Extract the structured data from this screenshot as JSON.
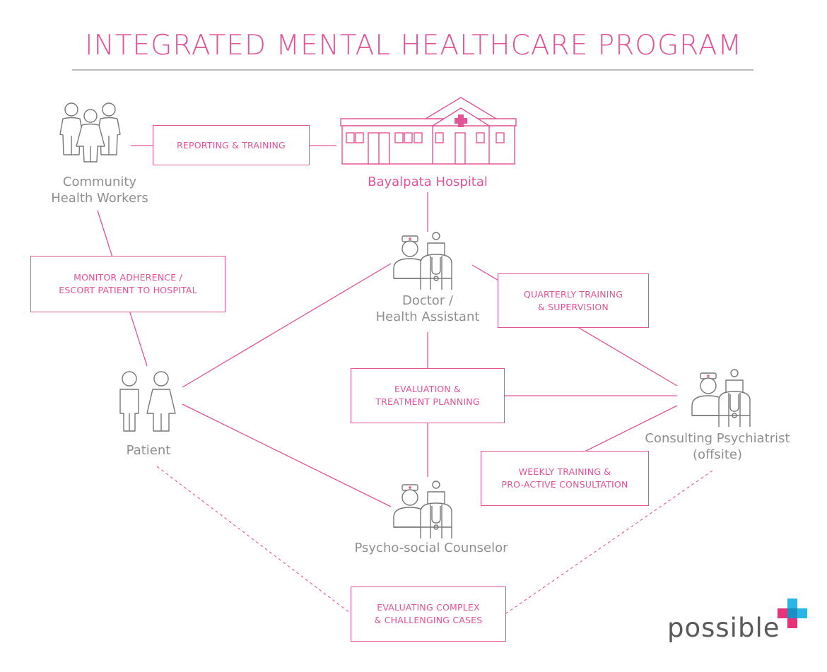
{
  "title": "INTEGRATED MENTAL HEALTHCARE PROGRAM",
  "nodes": {
    "community": "Community\nHealth Workers",
    "hospital": "Bayalpata Hospital",
    "doctor": "Doctor /\nHealth Assistant",
    "patient": "Patient",
    "psychiatrist": "Consulting Psychiatrist\n(offsite)",
    "counselor": "Psycho-social Counselor"
  },
  "edges": {
    "reporting": "REPORTING & TRAINING",
    "monitor": "MONITOR ADHERENCE /\nESCORT PATIENT TO HOSPITAL",
    "quarterly": "QUARTERLY TRAINING\n& SUPERVISION",
    "evaluation": "EVALUATION &\nTREATMENT PLANNING",
    "weekly": "WEEKLY TRAINING &\nPRO-ACTIVE CONSULTATION",
    "complex": "EVALUATING COMPLEX\n& CHALLENGING CASES"
  },
  "logo": {
    "text": "possible"
  },
  "colors": {
    "accent": "#e35397",
    "grey": "#8f8f8f",
    "logo_pink": "#e6337a",
    "logo_blue": "#29b6e6"
  },
  "icons": {
    "community": "community-workers-icon",
    "hospital": "hospital-building-icon",
    "doctor": "nurse-doctor-icon",
    "patient": "patient-couple-icon",
    "psychiatrist": "nurse-doctor-icon",
    "counselor": "nurse-doctor-icon"
  }
}
